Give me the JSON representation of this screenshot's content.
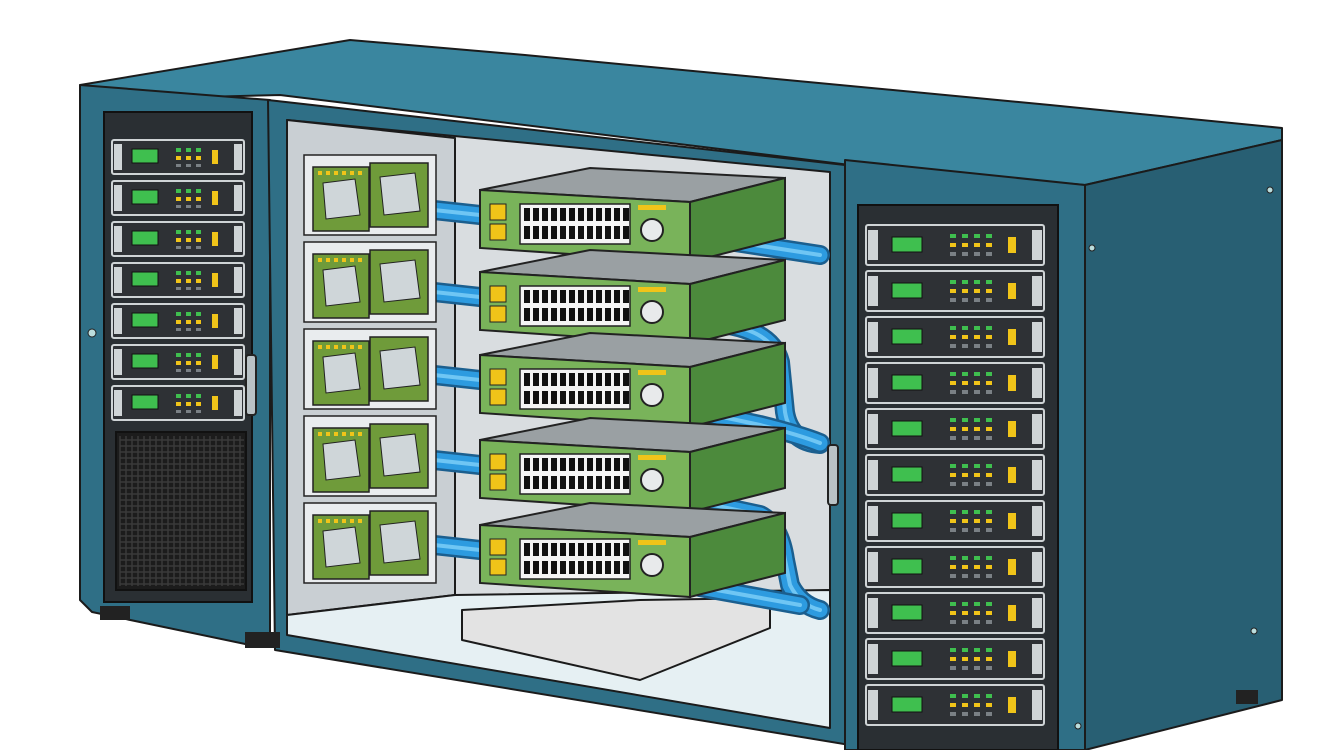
{
  "scene": {
    "description_free": true,
    "colors": {
      "cabinet_front": "#2f6f86",
      "cabinet_top": "#3a869f",
      "cabinet_side": "#285f73",
      "cabinet_dark": "#1f4f61",
      "door_frame": "#2a2f33",
      "interior_wall": "#d9dde0",
      "interior_floor": "#e6f0f3",
      "server_face": "#2e3135",
      "server_led": "#3fbf4f",
      "server_amber": "#f0c419",
      "switch_green": "#4c8a3c",
      "switch_green_light": "#79b35a",
      "switch_top": "#9aa0a3",
      "cable_blue": "#2d9be0",
      "cable_blue_light": "#6fc6f4",
      "card_green": "#6f9b3a",
      "vent_black": "#1c1c1c",
      "base_pad": "#e3e3e3"
    },
    "left_rack": {
      "server_count": 7,
      "icon": "server-rack-icon"
    },
    "right_rack": {
      "server_count": 11,
      "icon": "server-rack-icon"
    },
    "center_switches": {
      "count": 5,
      "icon": "network-switch-icon"
    },
    "patch_cards": {
      "count": 5,
      "icon": "patch-card-icon"
    }
  }
}
